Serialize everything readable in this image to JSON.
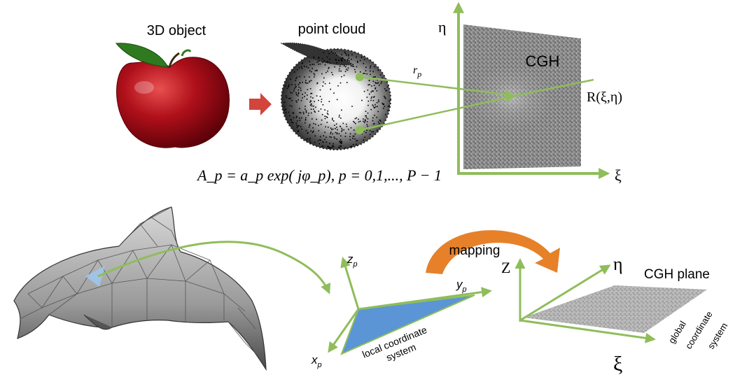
{
  "top_panel": {
    "object_label": "3D object",
    "cloud_label": "point cloud",
    "cgh_label": "CGH",
    "eta_axis": "η",
    "xi_axis": "ξ",
    "ray_label": "r",
    "ray_sub": "p",
    "reference_label": "R(ξ,η)",
    "amplitude_formula": "A_p = a_p exp( jφ_p), p = 0,1,..., P − 1"
  },
  "bottom_panel": {
    "z_local": "z",
    "y_local": "y",
    "x_local": "x",
    "local_sub": "p",
    "local_caption_1": "local coordinate",
    "local_caption_2": "system",
    "mapping_label": "mapping",
    "z_global": "Z",
    "eta_global": "η",
    "xi_global": "ξ",
    "plane_label": "CGH plane",
    "global_caption_1": "global",
    "global_caption_2": "coordinate",
    "global_caption_3": "system"
  },
  "colors": {
    "axis_green": "#8fbd5a",
    "apple_red": "#b0101a",
    "leaf_green": "#2f7a1e",
    "arrow_red": "#d2453d",
    "mapping_orange": "#e6812a",
    "triangle_blue": "#5b95d6"
  }
}
